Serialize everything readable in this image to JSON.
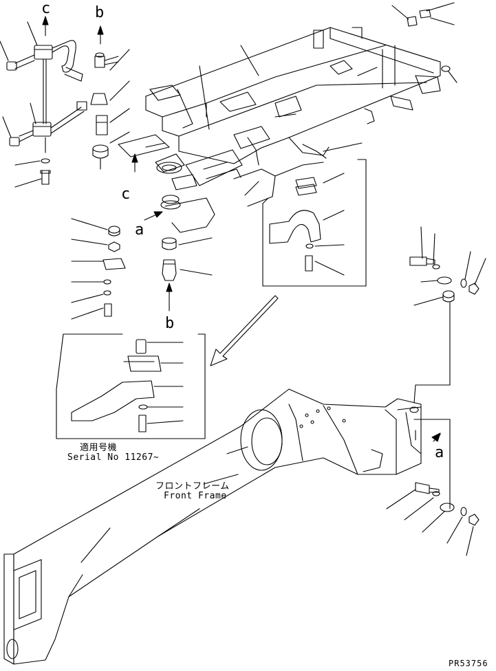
{
  "refs": {
    "c_top": "c",
    "b_top": "b",
    "c_mid": "c",
    "a_mid": "a",
    "b_mid": "b",
    "a_right": "a"
  },
  "notes": {
    "serial_jp": "適用号機",
    "serial_en": "Serial No 11267~",
    "frame_jp": "フロントフレーム",
    "frame_en": "Front Frame"
  },
  "part_id": "PR53756",
  "colors": {
    "line": "#000000",
    "background": "#ffffff"
  }
}
